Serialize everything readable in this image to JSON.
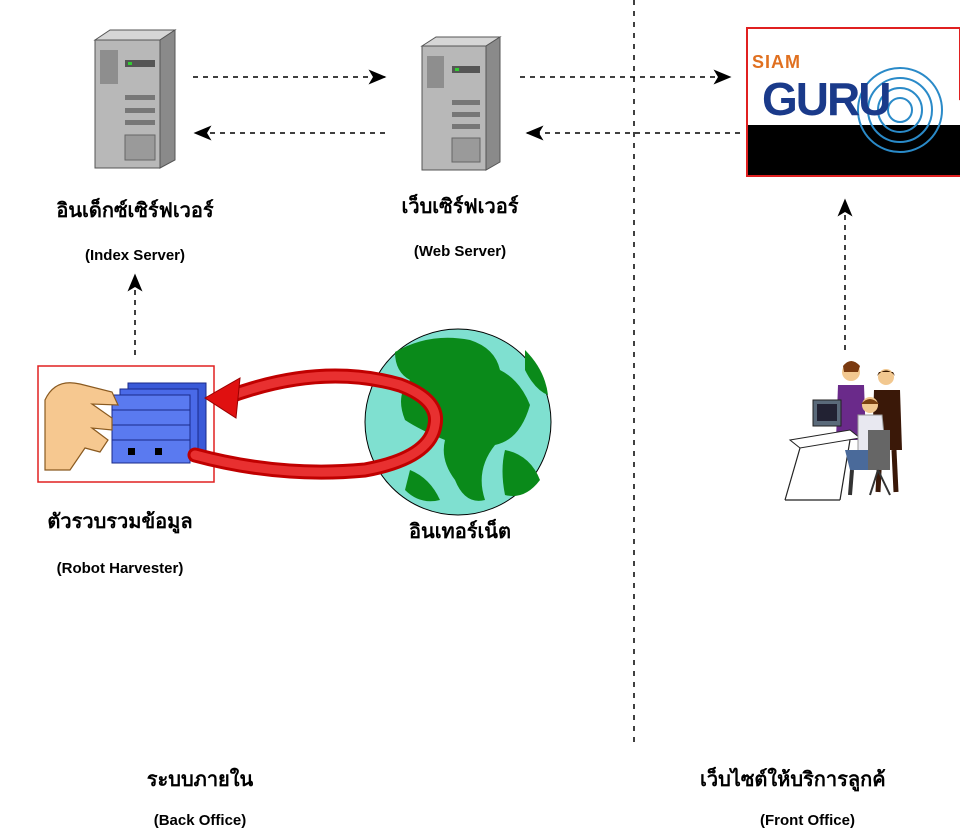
{
  "nodes": {
    "index_server": {
      "label_th": "อินเด็กซ์เซิร์ฟเวอร์",
      "label_en": "(Index Server)"
    },
    "web_server": {
      "label_th": "เว็บเซิร์ฟเวอร์",
      "label_en": "(Web Server)"
    },
    "robot": {
      "label_th": "ตัวรวบรวมข้อมูล",
      "label_en": "(Robot Harvester)"
    },
    "internet": {
      "label_th": "อินเทอร์เน็ต"
    },
    "siamguru": {
      "logo_small": "SIAM",
      "logo_big": "GURU"
    }
  },
  "sections": {
    "back_office": {
      "label_th": "ระบบภายใน",
      "label_en": "(Back Office)"
    },
    "front_office": {
      "label_th": "เว็บไซต์ให้บริการลูกค้",
      "label_en": "(Front Office)"
    }
  },
  "colors": {
    "arrow_red": "#e01010",
    "globe_sea": "#7fe0d0",
    "globe_land": "#0a8a1a",
    "box_border": "#e02020",
    "server_gray": "#a8a8a8"
  }
}
